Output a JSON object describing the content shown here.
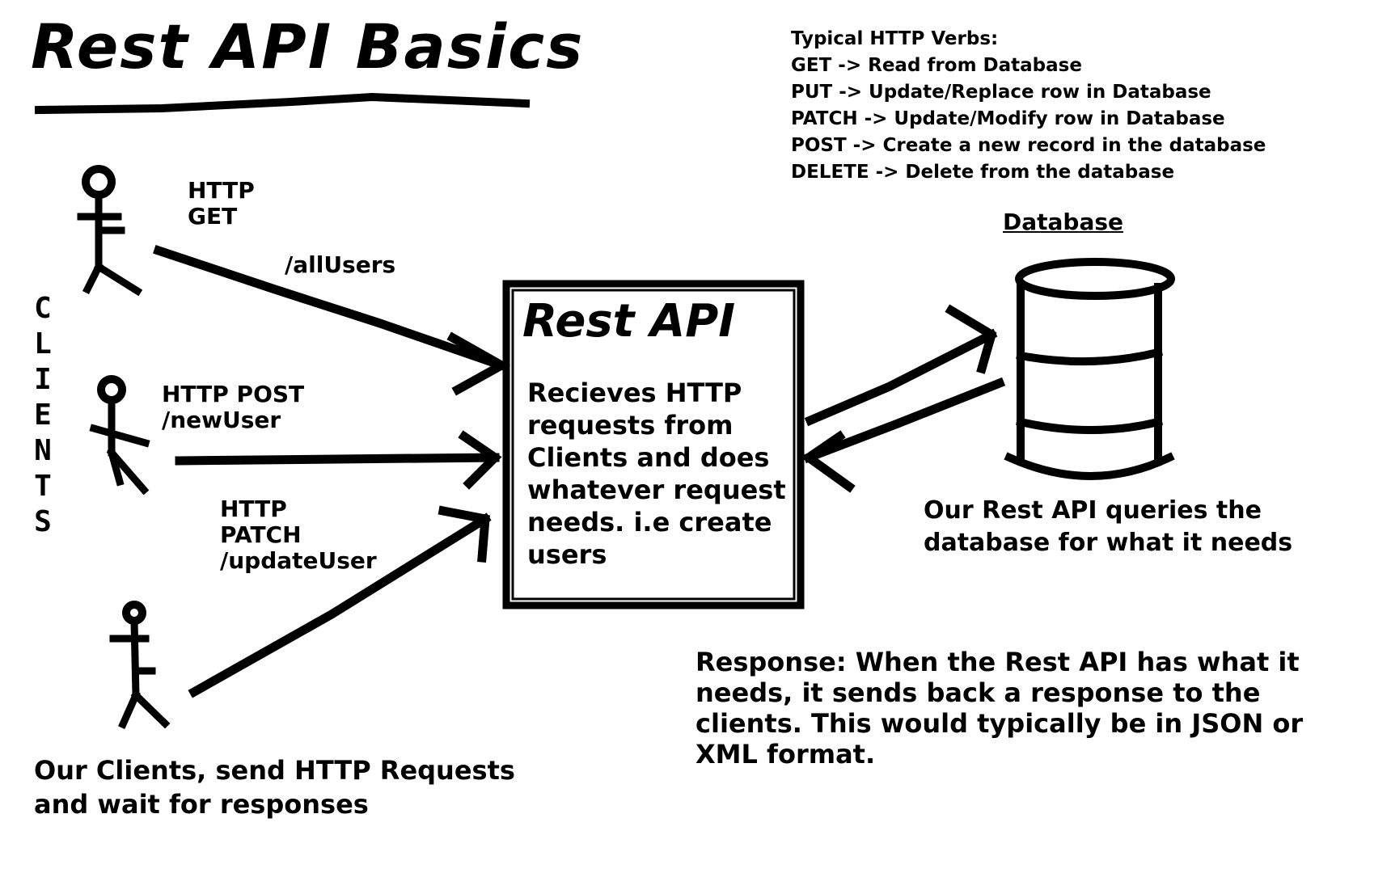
{
  "title": "Rest API Basics",
  "clients_label": "CLIENTS",
  "requests": {
    "get_label": "HTTP\nGET",
    "auth_label": "/allUsers",
    "post_label": "HTTP POST\n/newUser",
    "patch_label": "HTTP\nPATCH\n/updateUser"
  },
  "api_box": {
    "title": "Rest API",
    "description": "Recieves HTTP requests from Clients and does whatever request needs. i.e create users"
  },
  "methods": [
    "Typical HTTP Verbs:",
    "GET -> Read from Database",
    "PUT -> Update/Replace row in Database",
    "PATCH -> Update/Modify row in Database",
    "POST -> Create a new record in the database",
    "DELETE -> Delete from the database"
  ],
  "database": {
    "label": "Database",
    "caption": "Our Rest API queries the database for what it needs"
  },
  "response_text": "Response: When the Rest API has what it needs, it sends back a response to the clients. This would typically be in JSON or XML format.",
  "clients_caption": "Our Clients, send HTTP Requests and wait for responses",
  "colors": {
    "ink": "#000000",
    "paper": "#ffffff"
  }
}
